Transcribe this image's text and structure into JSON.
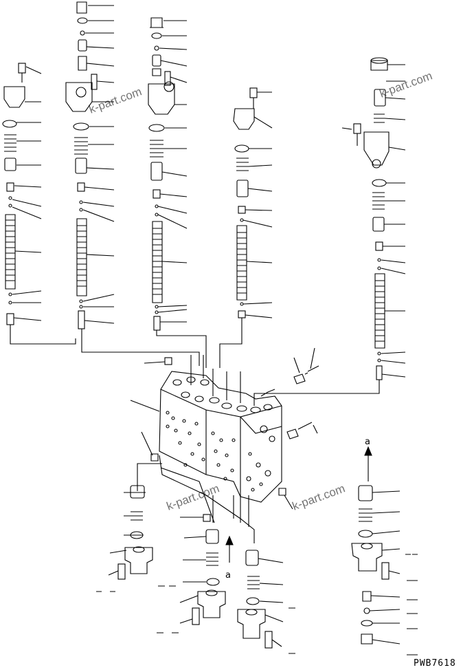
{
  "drawing_code": "PWB7618",
  "watermark": "k-part.com",
  "callout_a": "a"
}
